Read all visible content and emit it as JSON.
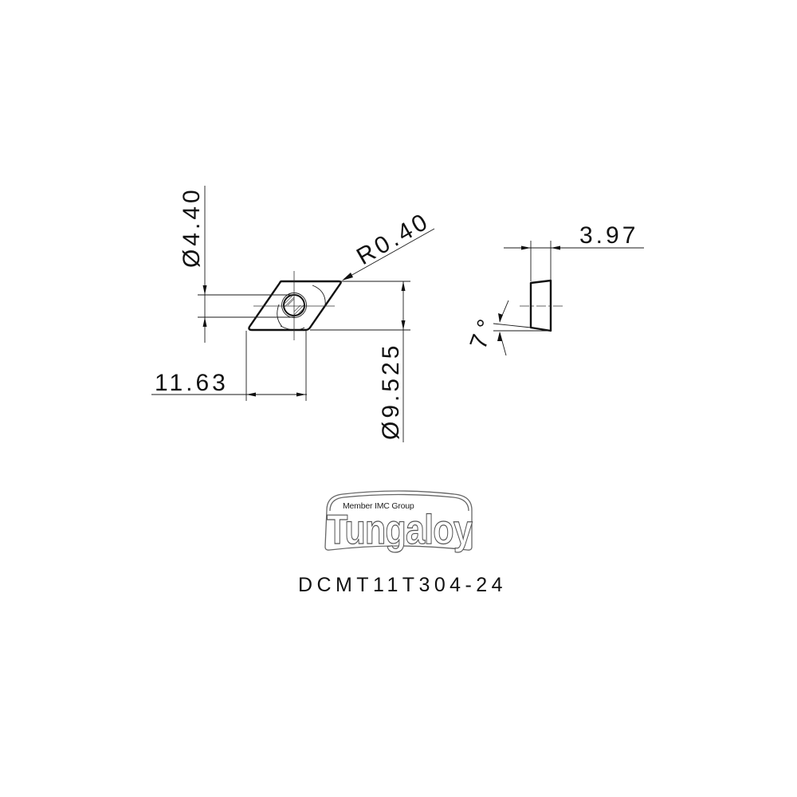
{
  "drawing": {
    "top_view": {
      "hole_diameter_label": "Ø4.40",
      "corner_radius_label": "R0.40",
      "inscribed_circle_label": "Ø9.525",
      "length_label": "11.63"
    },
    "side_view": {
      "thickness_label": "3.97",
      "clearance_angle_label": "7°"
    }
  },
  "logo": {
    "tagline": "Member IMC Group",
    "brand": "Tungaloy"
  },
  "part_number": "DCMT11T304-24",
  "colors": {
    "line": "#111111",
    "background": "#ffffff"
  }
}
